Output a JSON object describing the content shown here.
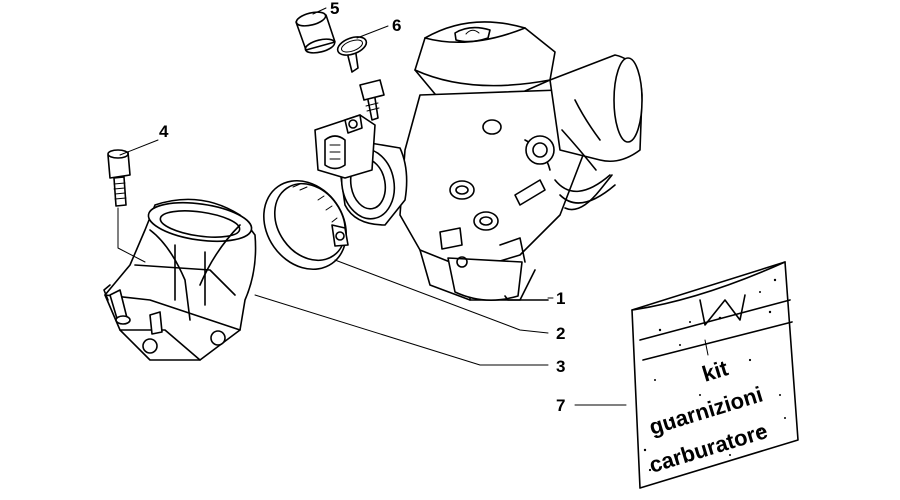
{
  "callouts": [
    {
      "number": "1",
      "part": "carburetor-body"
    },
    {
      "number": "2",
      "part": "hose-clamp-ring"
    },
    {
      "number": "3",
      "part": "intake-manifold"
    },
    {
      "number": "4",
      "part": "bolt"
    },
    {
      "number": "5",
      "part": "sleeve"
    },
    {
      "number": "6",
      "part": "spring-clip"
    },
    {
      "number": "7",
      "part": "gasket-kit-bag"
    }
  ],
  "gasket_bag": {
    "line1": "kit",
    "line2": "guarnizioni",
    "line3": "carburatore"
  },
  "colors": {
    "line": "#000000",
    "background": "#ffffff"
  }
}
